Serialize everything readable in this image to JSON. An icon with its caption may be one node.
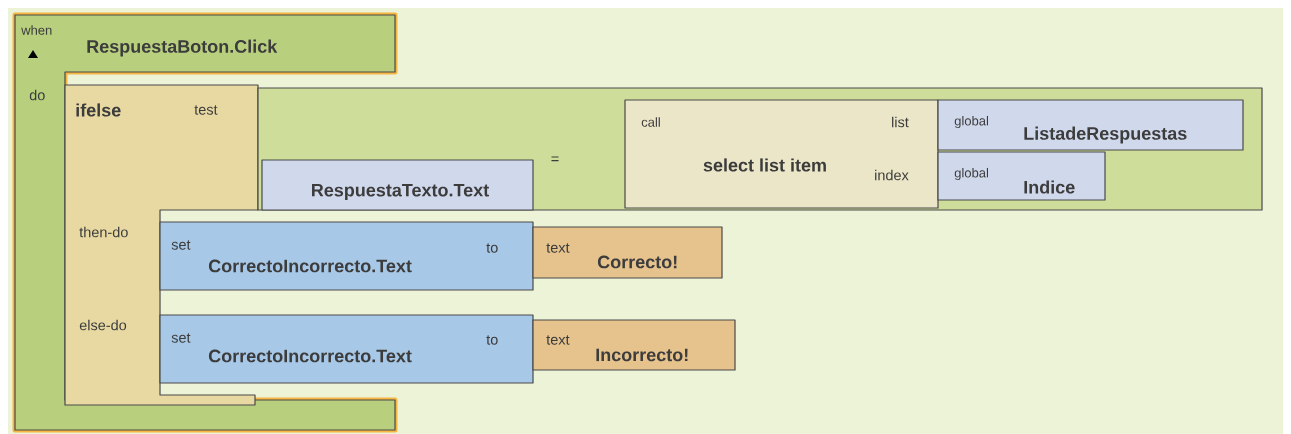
{
  "diagram": {
    "nodes": [
      {
        "text": [
          "when",
          "RespuestaBoton.Click",
          "do"
        ]
      },
      {
        "text": [
          "ifelse",
          "test",
          "then-do",
          "else-do"
        ]
      },
      {
        "text": [
          "="
        ]
      },
      {
        "text": [
          "RespuestaTexto.Text"
        ],
        "in": 2
      },
      {
        "text": [
          "call",
          "select list item",
          "list",
          "index"
        ],
        "in": 2
      },
      {
        "text": [
          "global",
          "ListadeRespuestas"
        ],
        "in": 2
      },
      {
        "text": [
          "global",
          "Indice"
        ],
        "in": 2
      },
      {
        "text": [
          "set",
          "CorrectoIncorrecto.Text",
          "to"
        ]
      },
      {
        "text": [
          "text",
          "Correcto!"
        ]
      },
      {
        "text": [
          "set",
          "CorrectoIncorrecto.Text",
          "to"
        ]
      },
      {
        "text": [
          "text",
          "Incorrecto!"
        ]
      }
    ]
  }
}
